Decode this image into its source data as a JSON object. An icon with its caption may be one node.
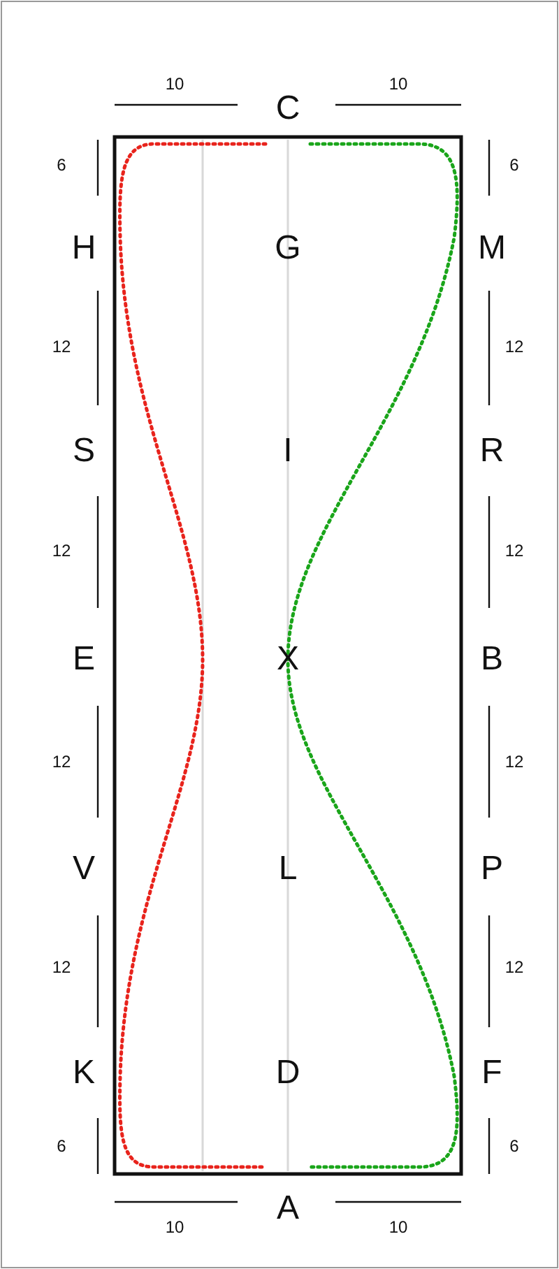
{
  "diagram": {
    "labels": [
      "10",
      "C",
      "10",
      "6",
      "H",
      "G",
      "M",
      "6",
      "12",
      "12",
      "S",
      "I",
      "R",
      "12",
      "12",
      "E",
      "X",
      "B",
      "12",
      "12",
      "V",
      "L",
      "P",
      "12",
      "12",
      "K",
      "D",
      "F",
      "6",
      "6",
      "A",
      "10",
      "10"
    ]
  }
}
